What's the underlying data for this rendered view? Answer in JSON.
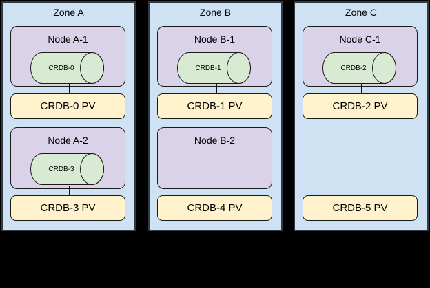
{
  "colors": {
    "background": "#000000",
    "zone_fill": "#cfe2f3",
    "node_fill": "#d9d2e9",
    "cylinder_fill": "#d9ead3",
    "pv_fill": "#fff2cc",
    "border": "#1a1a1a"
  },
  "zones": [
    {
      "label": "Zone A",
      "nodes": [
        {
          "label": "Node A-1",
          "db": "CRDB-0"
        },
        {
          "label": "Node A-2",
          "db": "CRDB-3"
        }
      ],
      "pvs": [
        "CRDB-0 PV",
        "CRDB-3 PV"
      ]
    },
    {
      "label": "Zone B",
      "nodes": [
        {
          "label": "Node B-1",
          "db": "CRDB-1"
        },
        {
          "label": "Node B-2",
          "db": null
        }
      ],
      "pvs": [
        "CRDB-1 PV",
        "CRDB-4 PV"
      ]
    },
    {
      "label": "Zone C",
      "nodes": [
        {
          "label": "Node C-1",
          "db": "CRDB-2"
        }
      ],
      "pvs": [
        "CRDB-2 PV",
        "CRDB-5 PV"
      ]
    }
  ]
}
